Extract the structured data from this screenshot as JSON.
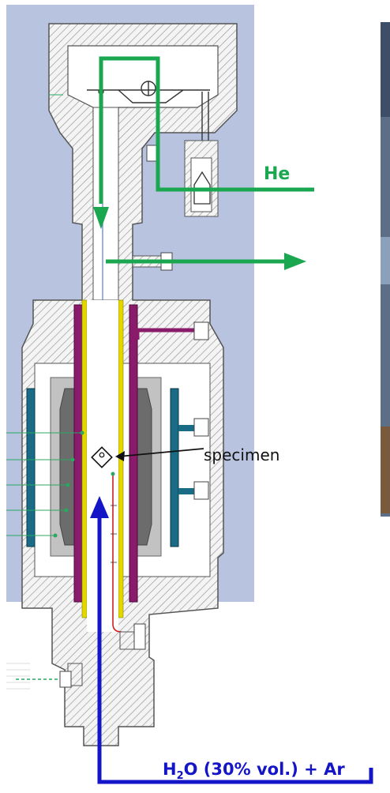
{
  "labels": {
    "gas_out": "He",
    "specimen": "specimen",
    "inlet_formula": "H",
    "inlet_subscript": "2",
    "inlet_rest": "O (30% vol.) + Ar"
  },
  "colors": {
    "panel_bg": "#b8c3e0",
    "hatch": "#9a9a9a",
    "green_flow": "#1aa750",
    "blue_flow": "#1515c8",
    "furnace_purple": "#8a1a6a",
    "furnace_yellow": "#e2d800",
    "cooling_teal": "#1a6b86",
    "insulation_dark": "#6c6c6c",
    "insulation_light": "#c2c2c2"
  },
  "icons": [
    "specimen-holder-icon",
    "flow-arrow-icon"
  ]
}
